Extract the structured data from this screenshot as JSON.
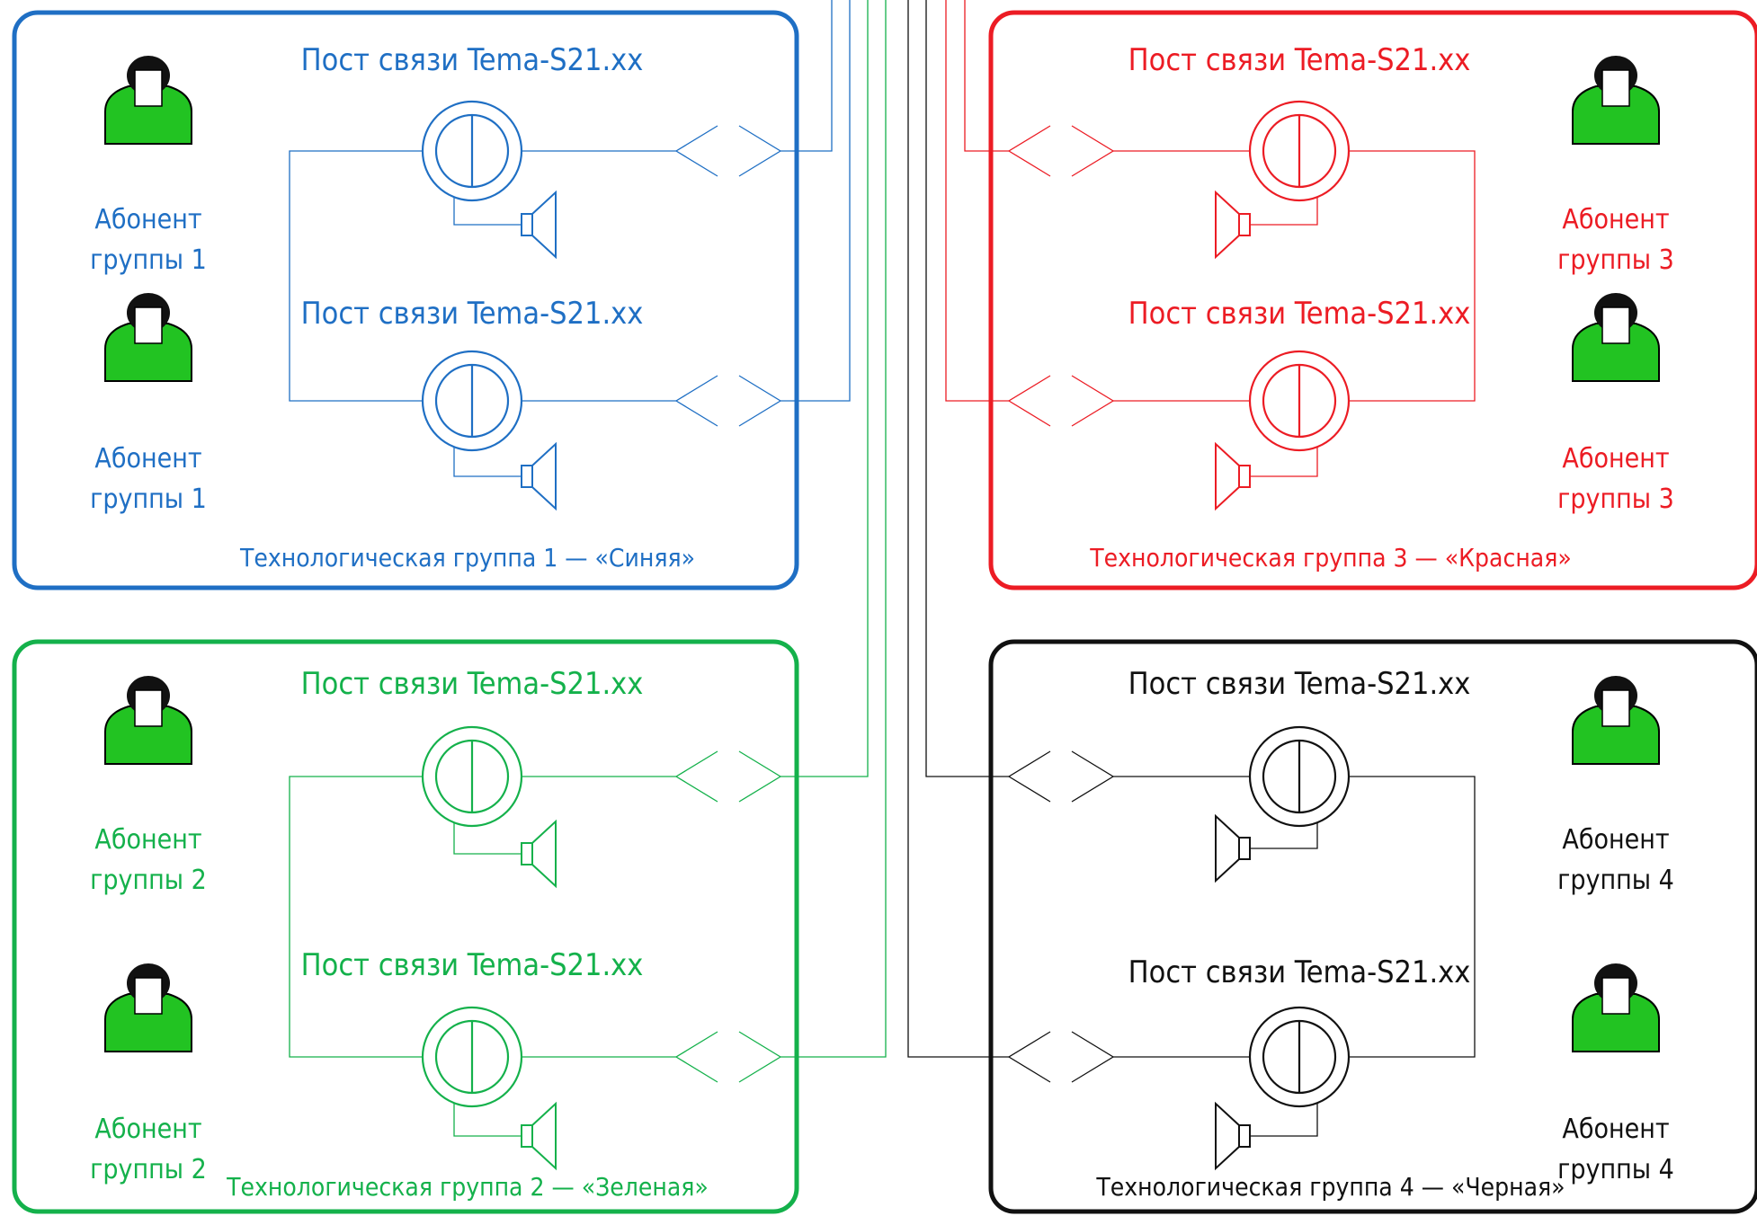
{
  "colors": {
    "blue": "#1f6fc4",
    "red": "#ec1c24",
    "green": "#14b14b",
    "black": "#111111",
    "person_body": "#22c322",
    "person_head": "#111111",
    "background": "#ffffff"
  },
  "groups": [
    {
      "key": "blue",
      "caption": "Технологическая группа 1 — «Синяя»",
      "posts": [
        {
          "title": "Пост связи Tema-S21.xx",
          "subscriber_line1": "Абонент",
          "subscriber_line2": "группы 1",
          "icon": "person-icon",
          "device_icon": "intercom-post-icon",
          "speaker_icon": "loudspeaker-icon",
          "connector_icon": "diamond-connector-icon"
        },
        {
          "title": "Пост связи Tema-S21.xx",
          "subscriber_line1": "Абонент",
          "subscriber_line2": "группы 1",
          "icon": "person-icon",
          "device_icon": "intercom-post-icon",
          "speaker_icon": "loudspeaker-icon",
          "connector_icon": "diamond-connector-icon"
        }
      ]
    },
    {
      "key": "red",
      "caption": "Технологическая группа 3 — «Красная»",
      "posts": [
        {
          "title": "Пост связи Tema-S21.xx",
          "subscriber_line1": "Абонент",
          "subscriber_line2": "группы 3",
          "icon": "person-icon",
          "device_icon": "intercom-post-icon",
          "speaker_icon": "loudspeaker-icon",
          "connector_icon": "diamond-connector-icon"
        },
        {
          "title": "Пост связи Tema-S21.xx",
          "subscriber_line1": "Абонент",
          "subscriber_line2": "группы 3",
          "icon": "person-icon",
          "device_icon": "intercom-post-icon",
          "speaker_icon": "loudspeaker-icon",
          "connector_icon": "diamond-connector-icon"
        }
      ]
    },
    {
      "key": "green",
      "caption": "Технологическая группа 2 — «Зеленая»",
      "posts": [
        {
          "title": "Пост связи Tema-S21.xx",
          "subscriber_line1": "Абонент",
          "subscriber_line2": "группы 2",
          "icon": "person-icon",
          "device_icon": "intercom-post-icon",
          "speaker_icon": "loudspeaker-icon",
          "connector_icon": "diamond-connector-icon"
        },
        {
          "title": "Пост связи Tema-S21.xx",
          "subscriber_line1": "Абонент",
          "subscriber_line2": "группы 2",
          "icon": "person-icon",
          "device_icon": "intercom-post-icon",
          "speaker_icon": "loudspeaker-icon",
          "connector_icon": "diamond-connector-icon"
        }
      ]
    },
    {
      "key": "black",
      "caption": "Технологическая группа 4 — «Черная»",
      "posts": [
        {
          "title": "Пост связи Tema-S21.xx",
          "subscriber_line1": "Абонент",
          "subscriber_line2": "группы 4",
          "icon": "person-icon",
          "device_icon": "intercom-post-icon",
          "speaker_icon": "loudspeaker-icon",
          "connector_icon": "diamond-connector-icon"
        },
        {
          "title": "Пост связи Tema-S21.xx",
          "subscriber_line1": "Абонент",
          "subscriber_line2": "группы 4",
          "icon": "person-icon",
          "device_icon": "intercom-post-icon",
          "speaker_icon": "loudspeaker-icon",
          "connector_icon": "diamond-connector-icon"
        }
      ]
    }
  ]
}
